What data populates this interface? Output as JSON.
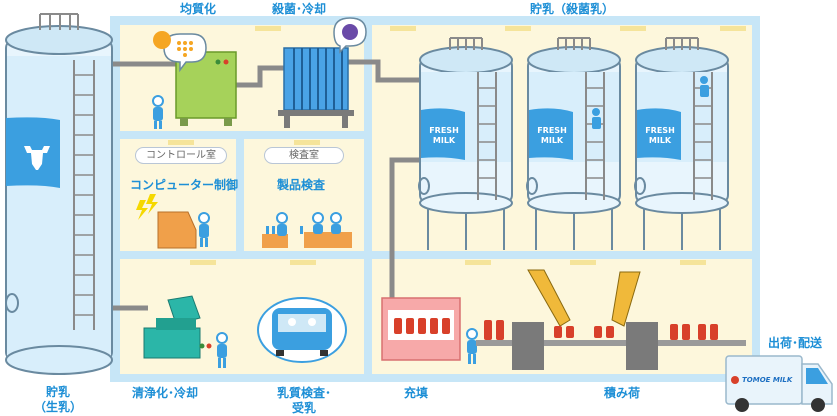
{
  "colors": {
    "building_wall": "#c7e6f7",
    "room_fill": "#fdf7dc",
    "milk_blue": "#3b9fe0",
    "tank_light": "#e8f5fd",
    "label_blue": "#1d8fd6",
    "pipe_gray": "#8a8a8a",
    "homogenizer_green": "#a6d25a",
    "sterilizer_blue": "#4aa3e6",
    "control_orange": "#f0a04a",
    "cleaning_teal": "#2bb6a8",
    "filler_pink": "#f7a9a9",
    "bottle_red": "#d8402a",
    "truck_white": "#e9f4fb"
  },
  "labels": {
    "homogenization": "均質化",
    "sterilize_cool": "殺菌･冷却",
    "storage_sterilized": "貯乳（殺菌乳）",
    "storage_raw": "貯乳\n（生乳）",
    "clean_cool": "清浄化･冷却",
    "inspection_receiving": "乳質検査･\n受乳",
    "filling": "充填",
    "loading": "積み荷",
    "shipping": "出荷･配送",
    "control_room": "コントロール室",
    "computer_control": "コンピューター制御",
    "inspection_room": "検査室",
    "product_inspection": "製品検査",
    "fresh_milk": "FRESH\nMILK",
    "truck_brand": "TOMOE MILK"
  },
  "icons": {
    "raw_milk_tank": "cow-icon",
    "homogenizer": "lightbulb-icon",
    "sterilizer": "germ-icon",
    "control": "lightning-icon"
  }
}
